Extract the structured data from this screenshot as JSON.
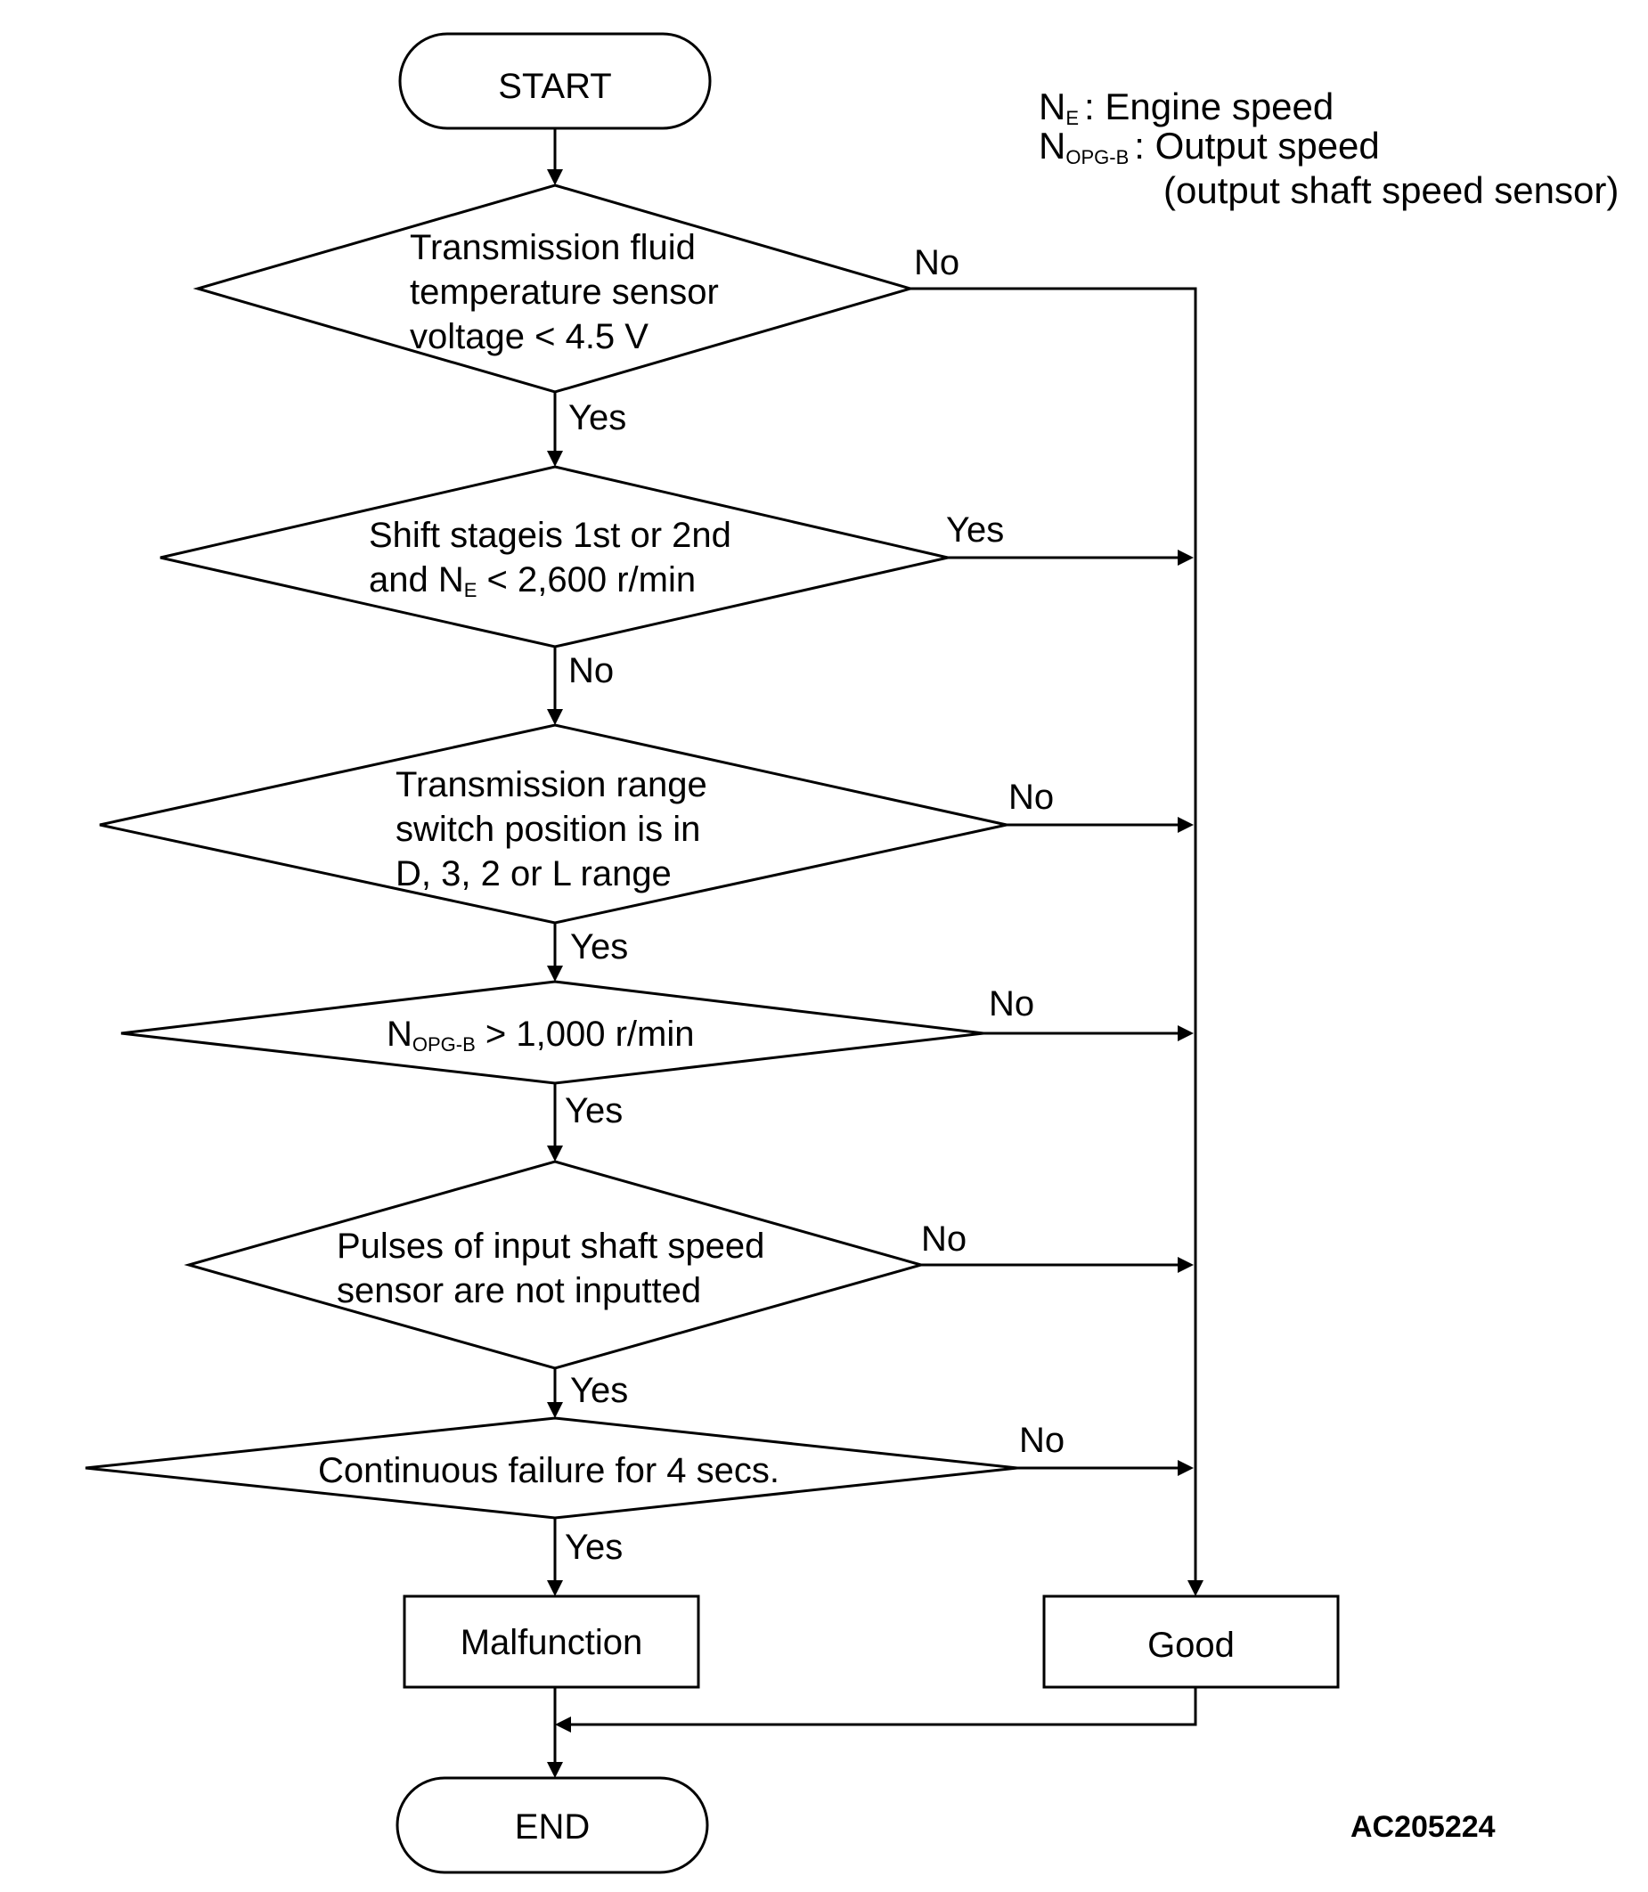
{
  "legend": {
    "ne_symbol": "N",
    "ne_sub": "E",
    "ne_desc": ": Engine speed",
    "nopg_symbol": "N",
    "nopg_sub": "OPG-B",
    "nopg_desc": ": Output speed",
    "nopg_desc2": "(output shaft speed sensor)"
  },
  "start": "START",
  "end": "END",
  "decision1": {
    "lines": [
      "Transmission fluid",
      "temperature sensor",
      "voltage < 4.5 V"
    ],
    "down": "Yes",
    "right": "No"
  },
  "decision2": {
    "line1": "Shift stageis 1st or 2nd",
    "line2_a": "and N",
    "line2_sub": "E",
    "line2_b": " < 2,600 r/min",
    "down": "No",
    "right": "Yes"
  },
  "decision3": {
    "lines": [
      "Transmission range",
      "switch position is in",
      "D, 3, 2 or L range"
    ],
    "down": "Yes",
    "right": "No"
  },
  "decision4": {
    "text_a": "N",
    "text_sub": "OPG-B",
    "text_b": " > 1,000 r/min",
    "down": "Yes",
    "right": "No"
  },
  "decision5": {
    "lines": [
      "Pulses of input shaft speed",
      "sensor are not inputted"
    ],
    "down": "Yes",
    "right": "No"
  },
  "decision6": {
    "lines": [
      "Continuous failure for 4 secs."
    ],
    "down": "Yes",
    "right": "No"
  },
  "malfunction": "Malfunction",
  "good": "Good",
  "figure_code": "AC205224"
}
